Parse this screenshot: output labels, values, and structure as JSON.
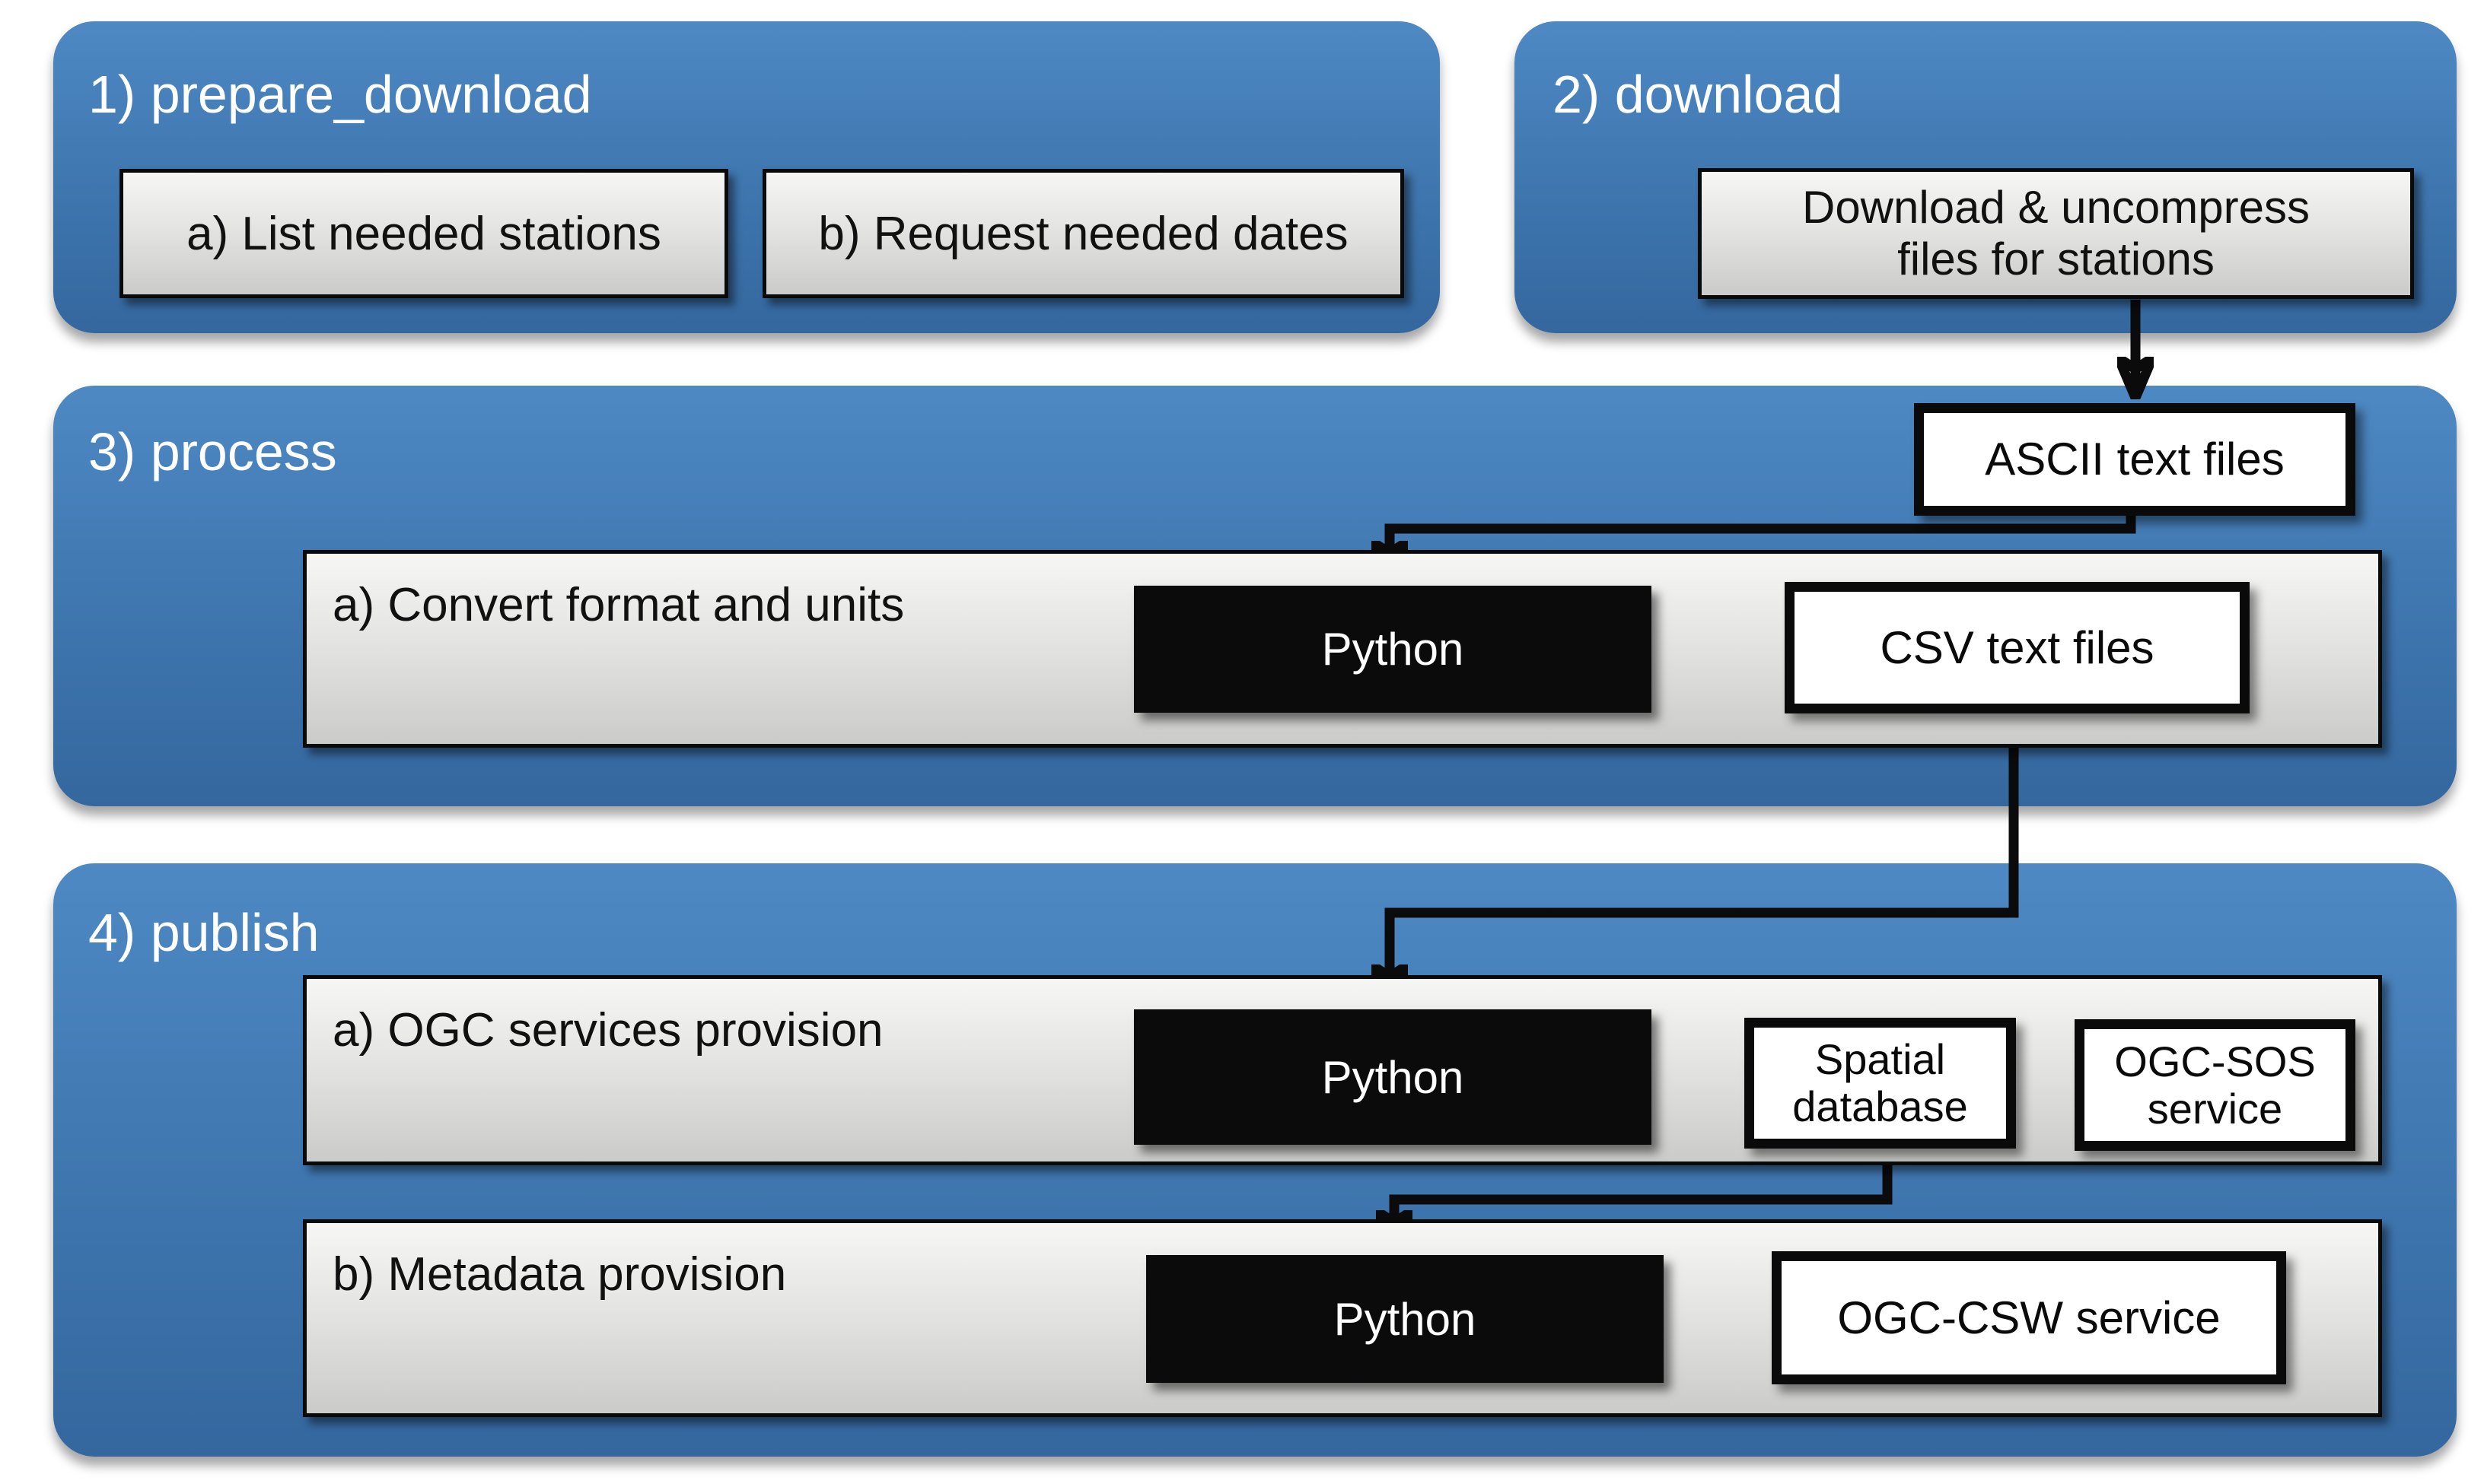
{
  "colors": {
    "section_blue_top": "#4e89c4",
    "section_blue_bottom": "#34679e",
    "box_gray_top": "#f6f6f5",
    "box_gray_bottom": "#cbcbca",
    "python_black": "#0b0b0b",
    "line_black": "#0b0b0b",
    "white_box": "#ffffff"
  },
  "sections": {
    "prepare": {
      "label": "1) prepare_download"
    },
    "download": {
      "label": "2) download"
    },
    "process": {
      "label": "3) process"
    },
    "publish": {
      "label": "4) publish"
    }
  },
  "nodes": {
    "list_stations": {
      "label": "a) List needed stations"
    },
    "request_dates": {
      "label": "b) Request needed dates"
    },
    "download_uncompress": {
      "line1": "Download & uncompress",
      "line2": "files for stations"
    },
    "ascii_files": {
      "label": "ASCII text files"
    },
    "convert": {
      "label": "a) Convert format and units"
    },
    "python_process": {
      "label": "Python"
    },
    "csv_files": {
      "label": "CSV text files"
    },
    "ogc_provision": {
      "label": "a) OGC services provision"
    },
    "python_publish_a": {
      "label": "Python"
    },
    "spatial_db": {
      "line1": "Spatial",
      "line2": "database"
    },
    "ogc_sos": {
      "line1": "OGC-SOS",
      "line2": "service"
    },
    "metadata_provision": {
      "label": "b) Metadata provision"
    },
    "python_publish_b": {
      "label": "Python"
    },
    "ogc_csw": {
      "label": "OGC-CSW service"
    }
  }
}
